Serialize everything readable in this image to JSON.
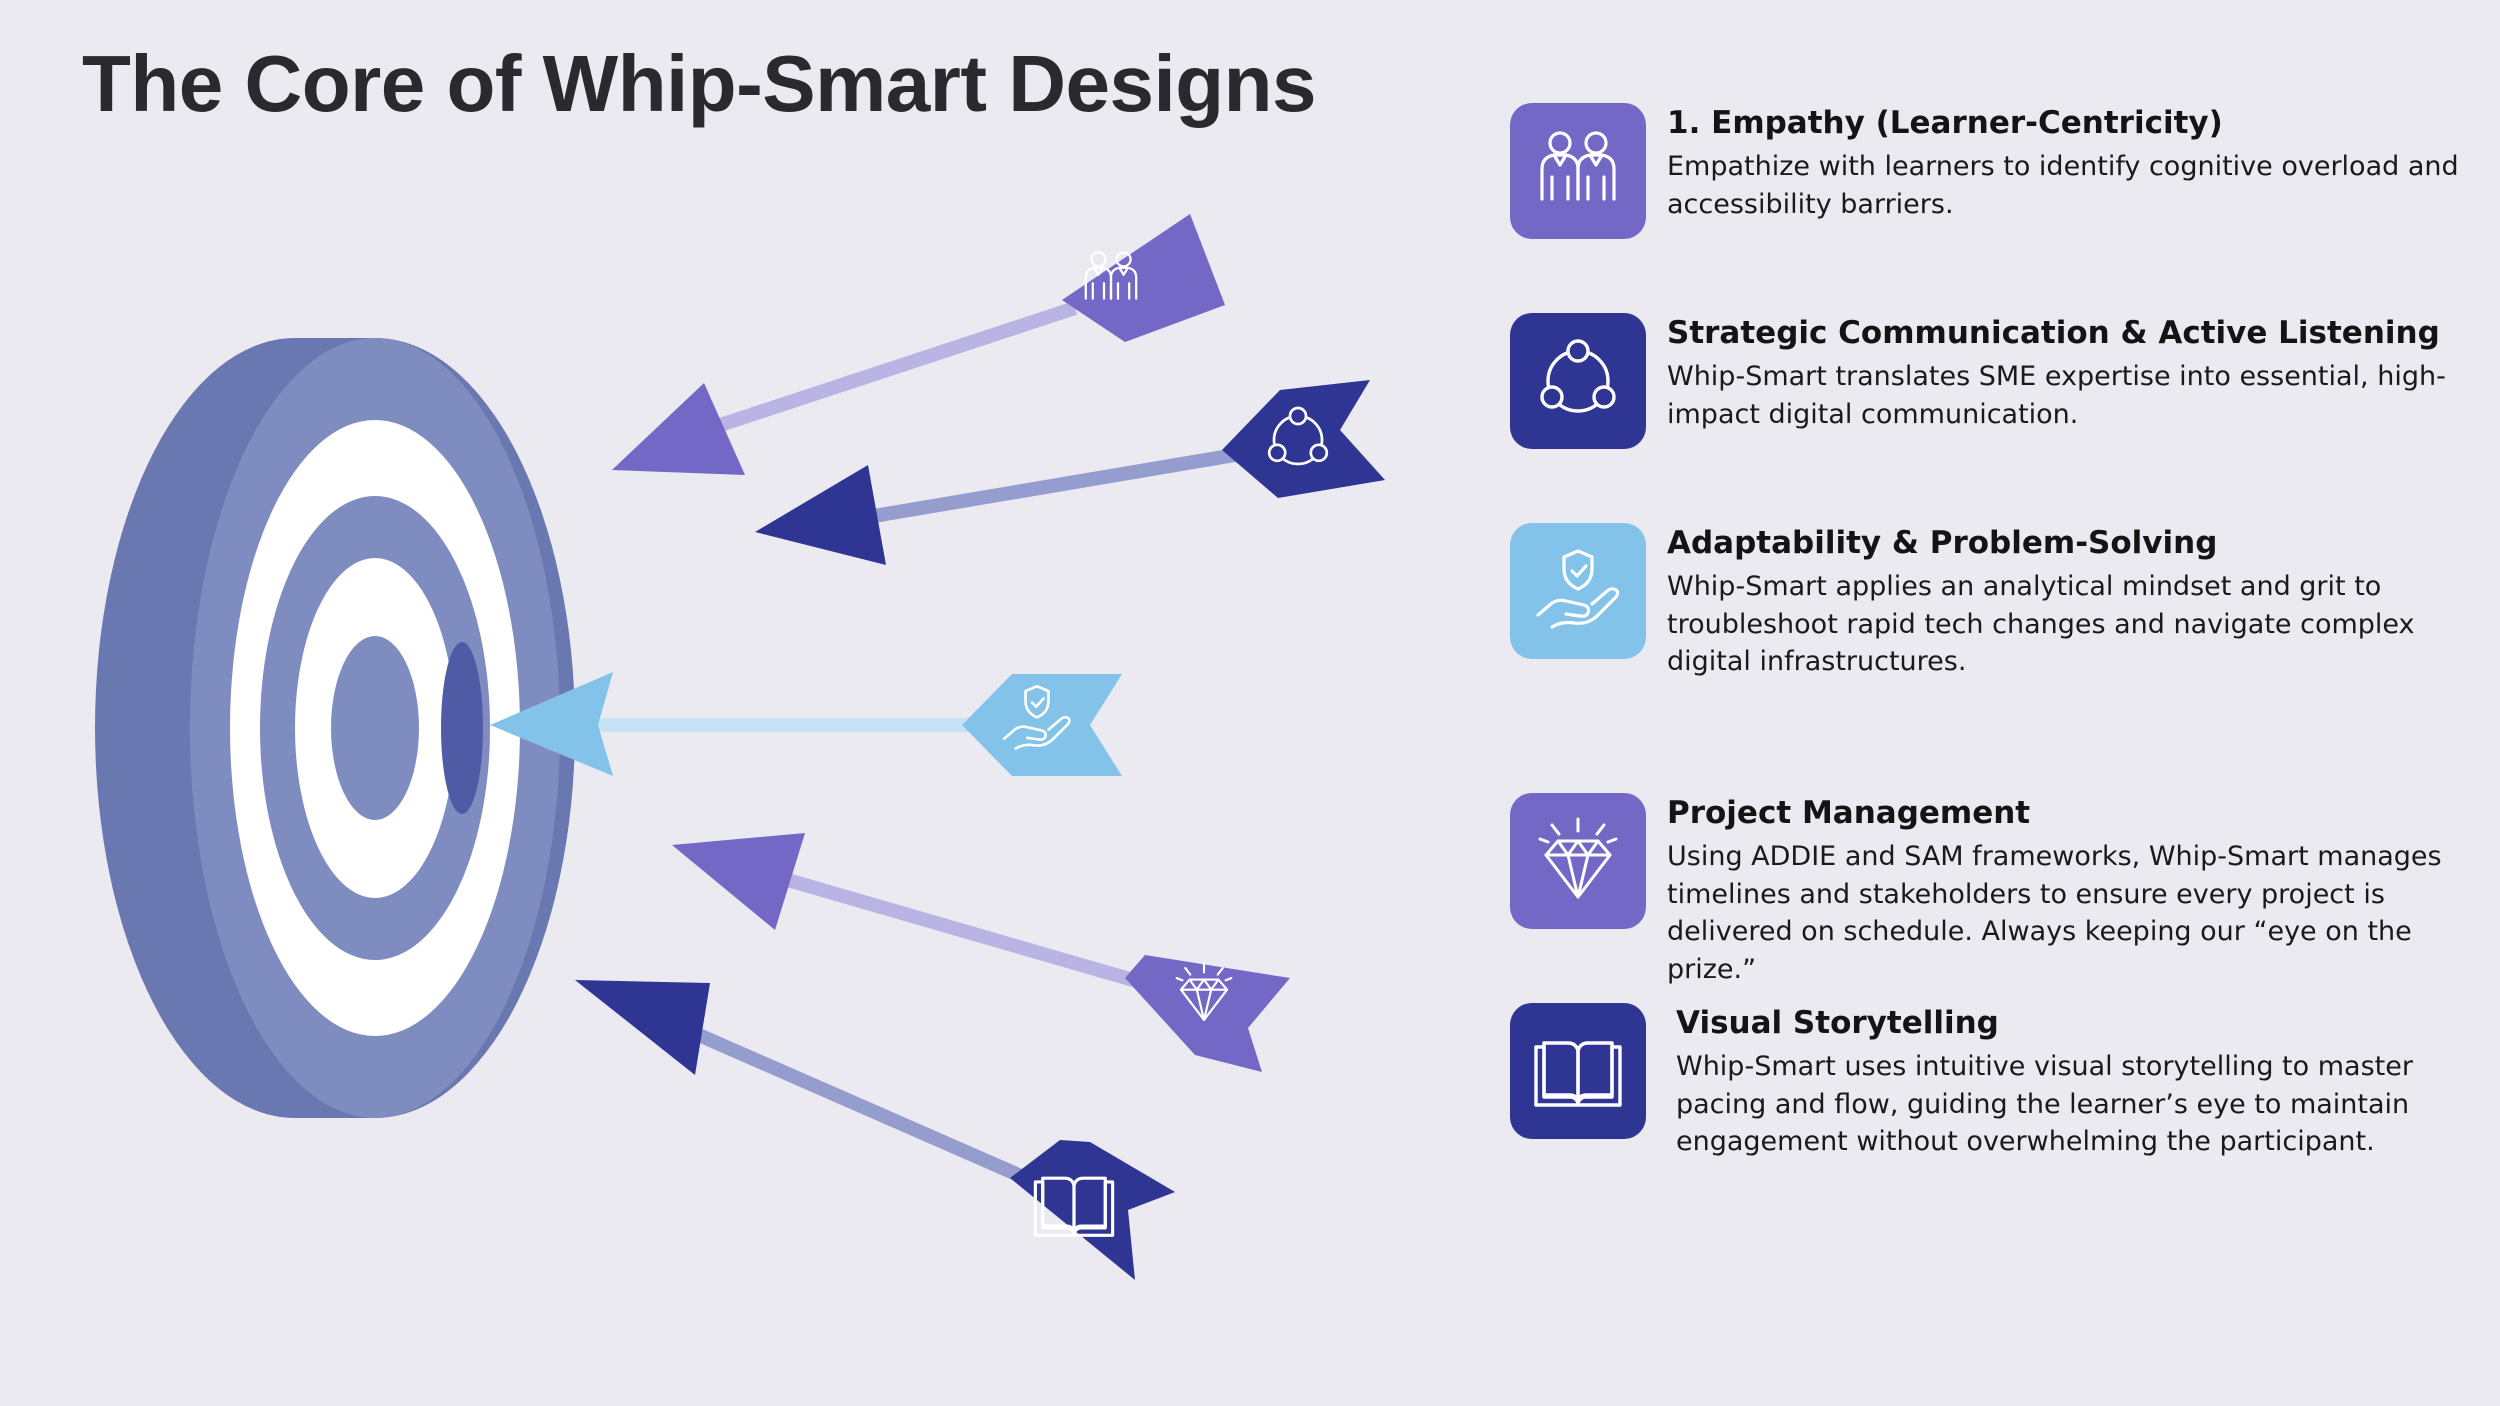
{
  "title": "The Core of Whip-Smart Designs",
  "colors": {
    "background": "#ebeaf0",
    "purple": "#7468c7",
    "navy": "#2e3592",
    "sky": "#83c3ea",
    "target_outer": "#6a78b2",
    "target_face": "#7f8cc0"
  },
  "items": [
    {
      "title": "1. Empathy (Learner-Centricity)",
      "description": "Empathize with learners to identify cognitive overload and accessibility barriers.",
      "icon": "people-icon",
      "color": "#7468c7"
    },
    {
      "title": "Strategic Communication & Active Listening",
      "description": "Whip-Smart translates SME expertise into essential, high-impact digital communication.",
      "icon": "network-icon",
      "color": "#2e3592"
    },
    {
      "title": "Adaptability & Problem-Solving",
      "description": "Whip-Smart applies an analytical mindset and grit to troubleshoot rapid tech changes and navigate complex digital infrastructures.",
      "icon": "hand-shield-icon",
      "color": "#83c3ea"
    },
    {
      "title": "Project Management",
      "description": "Using ADDIE and SAM frameworks, Whip-Smart manages timelines and stakeholders to ensure every project is delivered on schedule. Always keeping our “eye on the prize.”",
      "icon": "diamond-icon",
      "color": "#7468c7"
    },
    {
      "title": "Visual Storytelling",
      "description": "Whip-Smart uses intuitive visual storytelling to master pacing and flow, guiding the learner’s eye to maintain engagement without overwhelming the participant.",
      "icon": "book-icon",
      "color": "#2e3592"
    }
  ]
}
